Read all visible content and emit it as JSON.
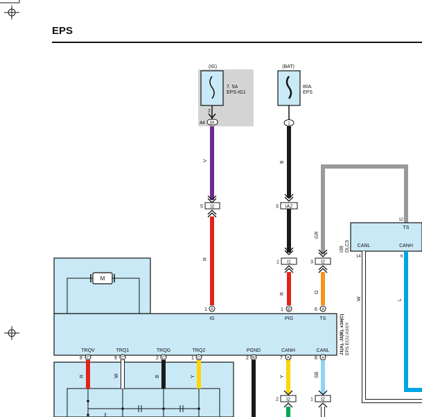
{
  "page": {
    "title": "EPS"
  },
  "fuses": [
    {
      "supply": "(IG)",
      "rating": "7. 5A",
      "name": "EPS-IG1"
    },
    {
      "supply": "(BAT)",
      "rating": "80A",
      "name": "EPS"
    }
  ],
  "wires": {
    "ig_upper": "V",
    "ig_lower": "R",
    "bat_upper": "B",
    "bat_lower": "R",
    "ts_upper": "GR",
    "ts_lower": "O",
    "trqv": "R",
    "trq1": "W",
    "trqg": "B",
    "trq2": "Y",
    "canh": "Y",
    "canl": "SB",
    "dlc_canl": "W",
    "dlc_canh": "L"
  },
  "connectors": {
    "fuse_ig_pin": "2",
    "fuse_ig_ref": "3A",
    "fuse_ig_num": "44",
    "fuse_bat_pin": "1",
    "j1": "I2",
    "j1_pin": "5",
    "j2": "IA2",
    "j2_pin": "3",
    "j3": "I1",
    "j3_pin": "1",
    "j4": "I2",
    "j4_pin": "3",
    "j5": "I2",
    "j5_pin": "2",
    "j6": "I2",
    "j6_pin": "1"
  },
  "ecu": {
    "label": "J1(A), J2(B), x16(C)",
    "sublabel": "EPS ECU ASSY",
    "pins_top": [
      {
        "num": "1",
        "conn": "A",
        "name": "IG"
      },
      {
        "num": "1",
        "conn": "B",
        "name": "PIG"
      },
      {
        "num": "6",
        "conn": "A",
        "name": "TS"
      }
    ],
    "pins_bottom": [
      {
        "num": "8",
        "conn": "C",
        "name": "TRQV"
      },
      {
        "num": "9",
        "conn": "C",
        "name": "TRQ1"
      },
      {
        "num": "2",
        "conn": "C",
        "name": "TRQG"
      },
      {
        "num": "1",
        "conn": "C",
        "name": "TRQ2"
      },
      {
        "num": "2",
        "conn": "B",
        "name": "PGND"
      },
      {
        "num": "7",
        "conn": "A",
        "name": "CANH"
      },
      {
        "num": "8",
        "conn": "A",
        "name": "CANL"
      }
    ]
  },
  "dlc": {
    "id": "I39",
    "name": "DLC3",
    "ts_pin": "12",
    "ts_label": "TS",
    "canl_label": "CANL",
    "canh_label": "CANH",
    "canl_pin": "14",
    "canh_pin": "6"
  },
  "motor": {
    "symbol": "M"
  },
  "colors": {
    "violet": "#6a2c91",
    "black": "#1a1a1a",
    "red": "#e2231a",
    "gray": "#9a9a9a",
    "orange": "#f7931e",
    "yellow": "#ffd400",
    "sky": "#8fd3f4",
    "blue": "#00a4e4",
    "green": "#00a651",
    "box": "#c9e9f6",
    "fusebox": "#d4d4d4"
  }
}
